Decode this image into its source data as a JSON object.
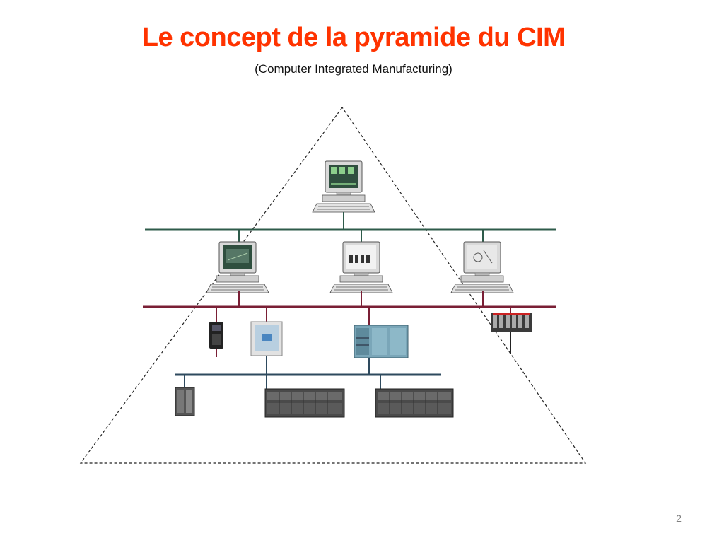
{
  "slide": {
    "title": "Le concept de la pyramide du CIM",
    "subtitle": "(Computer Integrated Manufacturing)",
    "page_number": "2"
  },
  "colors": {
    "title": "#ff3300",
    "network_top": "#2e5b4a",
    "network_mid": "#7a1f35",
    "network_bottom": "#2e4a5e",
    "pyramid_outline": "#222222"
  },
  "icons": {
    "management_computer": "desktop-computer-icon",
    "workstation": "desktop-computer-icon",
    "controllers": "plc-icon",
    "field_devices": "io-rack-icon"
  }
}
